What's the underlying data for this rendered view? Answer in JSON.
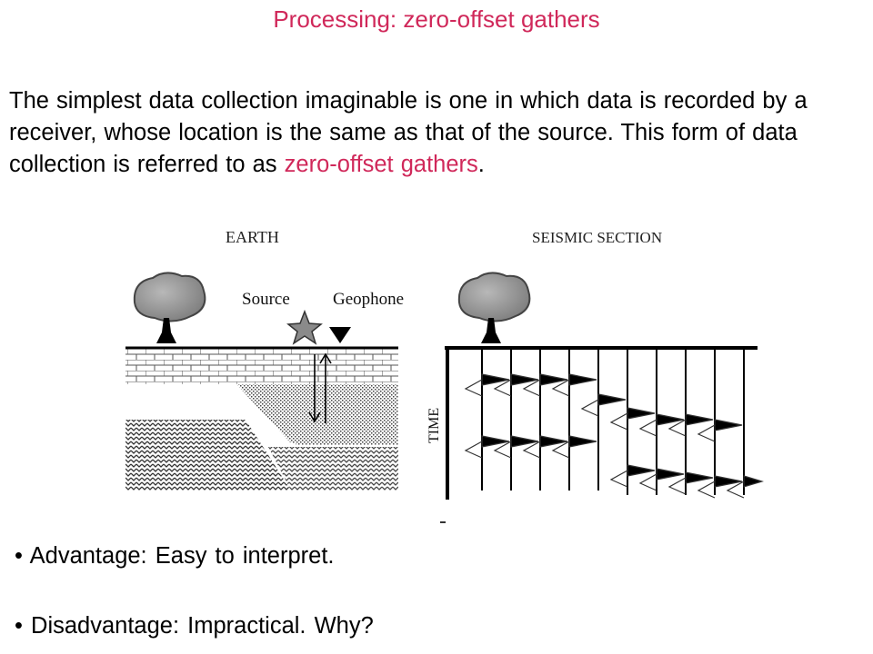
{
  "slide": {
    "title": "Processing: zero-offset gathers",
    "intro": {
      "text_before": "The simplest data collection imaginable is one in which data is recorded by a receiver, whose location is the same as that of the source. This form of data collection is referred to as ",
      "highlight": "zero-offset gathers",
      "text_after": "."
    },
    "colors": {
      "title": "#d0285a",
      "highlight": "#d0285a"
    }
  },
  "figure": {
    "earth_label": "EARTH",
    "seismic_section_label": "SEISMIC SECTION",
    "source_label": "Source",
    "geophone_label": "Geophone",
    "time_label": "TIME"
  },
  "bullets": [
    {
      "symbol": "•",
      "label": "Advantage:",
      "text": "Easy to interpret."
    },
    {
      "symbol": "•",
      "label": "Disadvantage:",
      "text": "Impractical. Why?"
    }
  ]
}
